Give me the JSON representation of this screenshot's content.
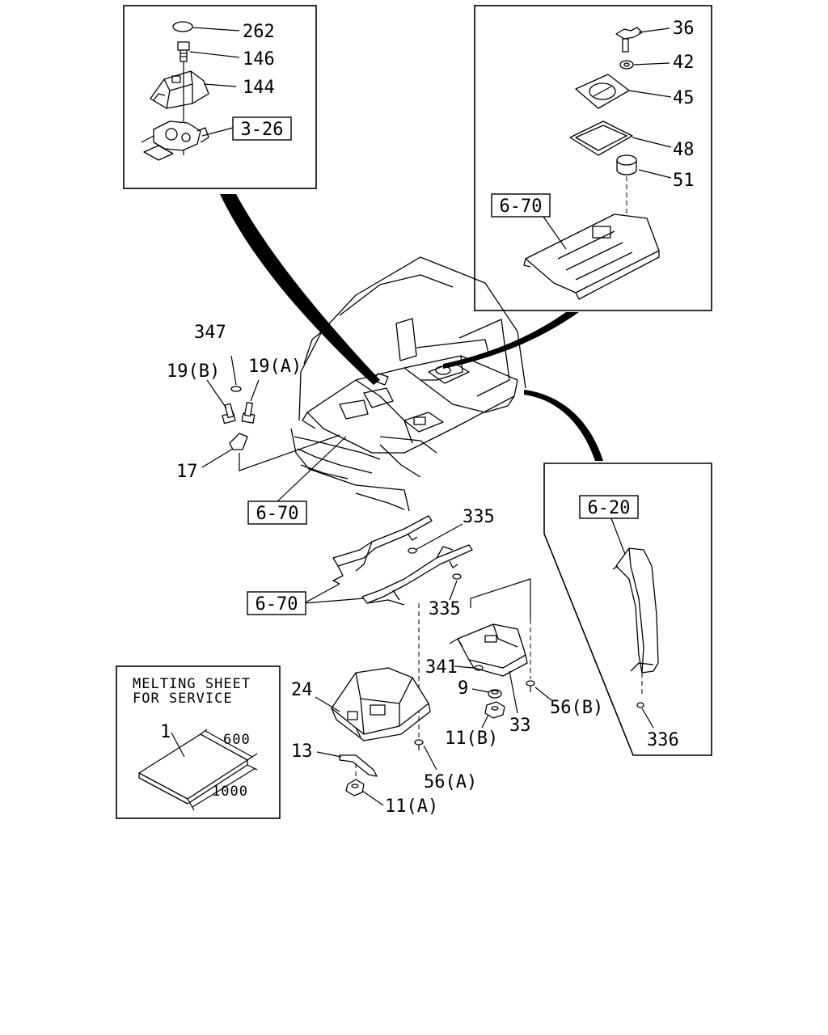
{
  "callouts": {
    "c262": "262",
    "c146": "146",
    "c144": "144",
    "c36": "36",
    "c42": "42",
    "c45": "45",
    "c48": "48",
    "c51": "51",
    "c347": "347",
    "c19b": "19(B)",
    "c19a": "19(A)",
    "c17": "17",
    "c335a": "335",
    "c335b": "335",
    "c341": "341",
    "c9": "9",
    "c11b": "11(B)",
    "c33": "33",
    "c56b": "56(B)",
    "c24": "24",
    "c13": "13",
    "c56a": "56(A)",
    "c11a": "11(A)",
    "c336": "336",
    "c1": "1"
  },
  "refs": {
    "r326": "3-26",
    "r670_top": "6-70",
    "r670_mid": "6-70",
    "r670_low": "6-70",
    "r620": "6-20"
  },
  "sheet_note": {
    "line1": "MELTING SHEET",
    "line2": "FOR SERVICE",
    "dim_width": "600",
    "dim_length": "1000"
  }
}
